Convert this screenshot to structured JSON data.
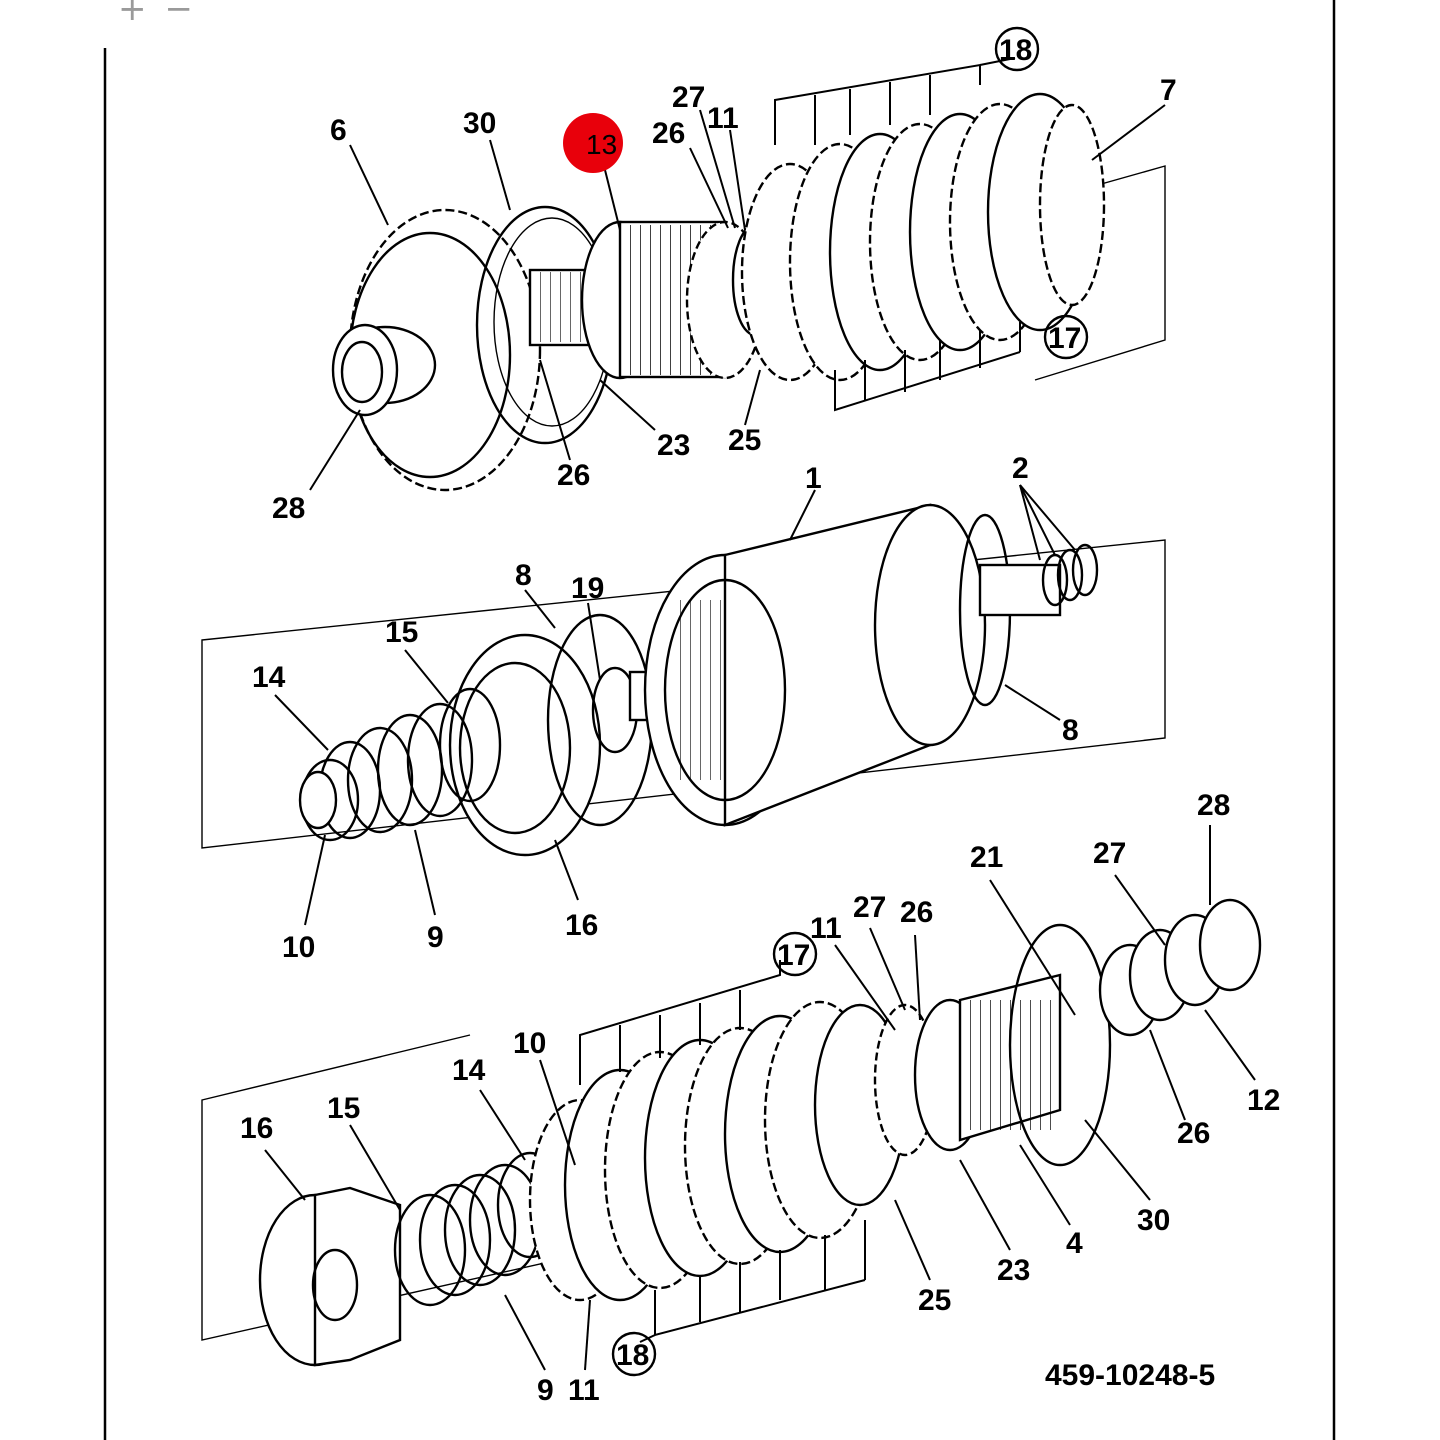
{
  "toolbar": {
    "zoom_in": "+",
    "zoom_out": "−"
  },
  "drawing_code": "459-10248-5",
  "highlight": {
    "label": "13",
    "color": "#e8000b"
  },
  "labels": {
    "a6": "6",
    "a30": "30",
    "a26t": "26",
    "a27t": "27",
    "a11t": "11",
    "a7": "7",
    "a18t": "18",
    "a17t": "17",
    "a25t": "25",
    "a23t": "23",
    "a26b": "26",
    "a28t": "28",
    "b1": "1",
    "b2": "2",
    "b8l": "8",
    "b19": "19",
    "b15": "15",
    "b14": "14",
    "b8r": "8",
    "b10": "10",
    "b9": "9",
    "b16": "16",
    "c28": "28",
    "c21": "21",
    "c27r": "27",
    "c27m": "27",
    "c26m": "26",
    "c11m": "11",
    "c17": "17",
    "c12": "12",
    "c26r": "26",
    "c30": "30",
    "c4": "4",
    "c23": "23",
    "c25": "25",
    "c10": "10",
    "c14": "14",
    "c15": "15",
    "c16": "16",
    "c9": "9",
    "c11b": "11",
    "c18": "18"
  }
}
